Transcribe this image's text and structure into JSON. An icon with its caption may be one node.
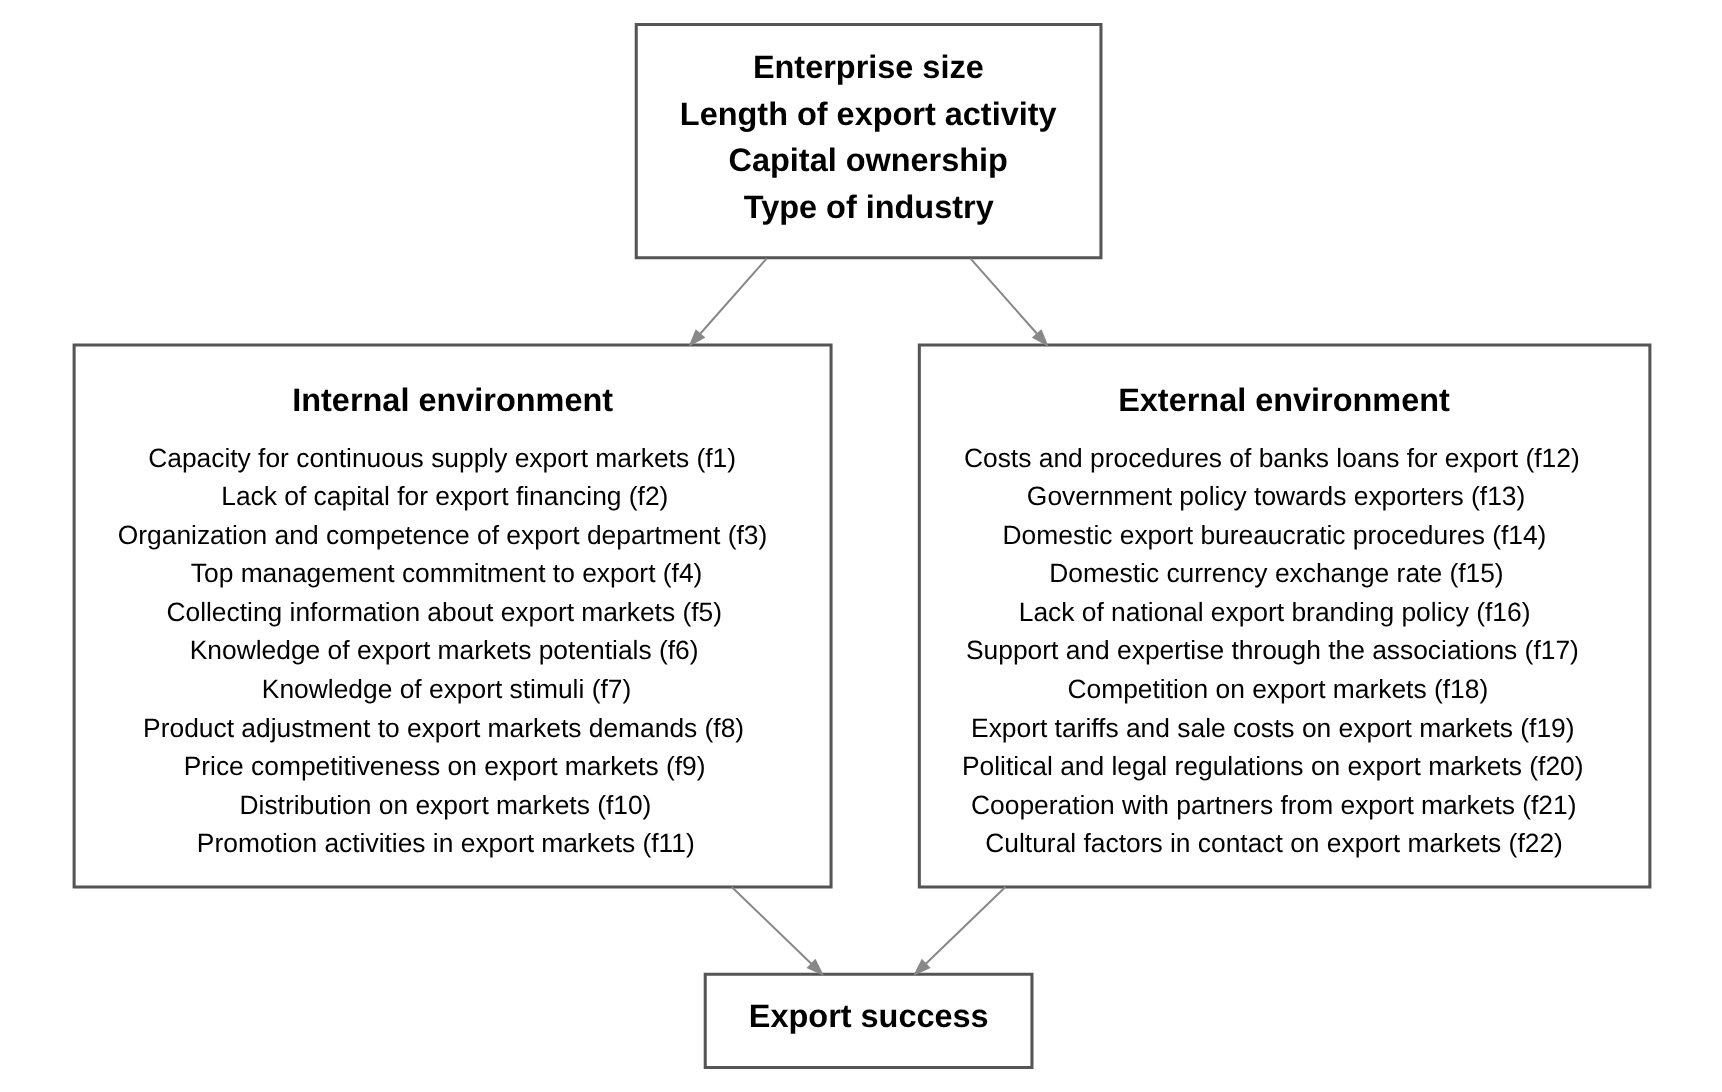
{
  "diagram": {
    "nodes": [
      {
        "text": [
          "Enterprise size",
          "Length of export activity",
          "Capital ownership",
          "Type of industry"
        ]
      },
      {
        "text": [
          "Internal environment",
          "Capacity for continuous supply export markets (f1)",
          "Lack of capital for export financing (f2)",
          "Organization and competence of export department (f3)",
          "Top management commitment to export (f4)",
          "Collecting information about export markets (f5)",
          "Knowledge of export markets potentials (f6)",
          "Knowledge of export stimuli (f7)",
          "Product adjustment to export markets demands (f8)",
          "Price competitiveness on export markets (f9)",
          "Distribution on export markets (f10)",
          "Promotion activities in export markets (f11)"
        ]
      },
      {
        "text": [
          "External environment",
          "Costs and procedures of banks loans for export (f12)",
          "Government policy towards exporters (f13)",
          "Domestic export bureaucratic procedures (f14)",
          "Domestic currency exchange rate (f15)",
          "Lack of national export branding policy (f16)",
          "Support and expertise through the associations (f17)",
          "Competition on export markets (f18)",
          "Export tariffs and sale costs on export markets (f19)",
          "Political and legal regulations on export markets (f20)",
          "Cooperation with partners from export markets (f21)",
          "Cultural factors in contact on export markets (f22)"
        ]
      },
      {
        "text": [
          "Export success"
        ]
      }
    ],
    "edges": [
      {
        "from": 0,
        "to": 1,
        "arrow": "to"
      },
      {
        "from": 0,
        "to": 2,
        "arrow": "to"
      },
      {
        "from": 1,
        "to": 3,
        "arrow": "to"
      },
      {
        "from": 2,
        "to": 3,
        "arrow": "to"
      }
    ]
  }
}
